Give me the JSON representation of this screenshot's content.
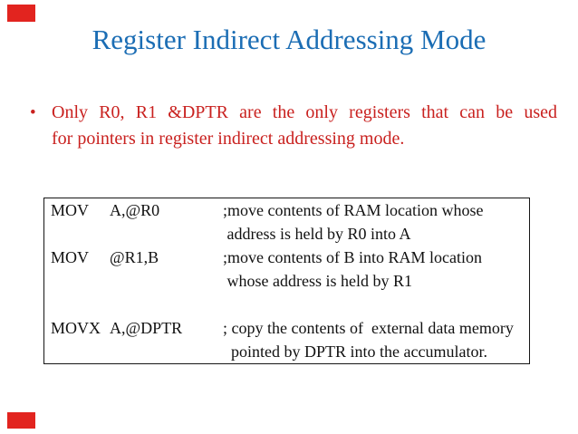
{
  "slide": {
    "title": "Register Indirect Addressing Mode",
    "bullet": {
      "marker": "•",
      "line1": "Only R0, R1 &DPTR are the only registers that can be used",
      "line2": "for pointers in register indirect addressing mode."
    },
    "code_box": {
      "rows": [
        {
          "opcode": "MOV",
          "operand": "A,@R0",
          "comment": ";move contents of RAM location whose"
        },
        {
          "opcode": "",
          "operand": "",
          "comment": " address is held by R0 into A"
        },
        {
          "opcode": "MOV",
          "operand": "@R1,B",
          "comment": ";move contents of B into RAM location"
        },
        {
          "opcode": "",
          "operand": "",
          "comment": " whose address is held by R1"
        },
        {
          "opcode": "",
          "operand": "",
          "comment": ""
        },
        {
          "opcode": "MOVX",
          "operand": "A,@DPTR",
          "comment": "; copy the contents of  external data memory"
        },
        {
          "opcode": "",
          "operand": "",
          "comment": "  pointed by DPTR into the accumulator."
        }
      ]
    },
    "colors": {
      "title_blue": "#1B6DB4",
      "body_red": "#C9211F",
      "accent_red": "#E2241F",
      "code_black": "#111111",
      "background": "#FFFFFF"
    }
  }
}
